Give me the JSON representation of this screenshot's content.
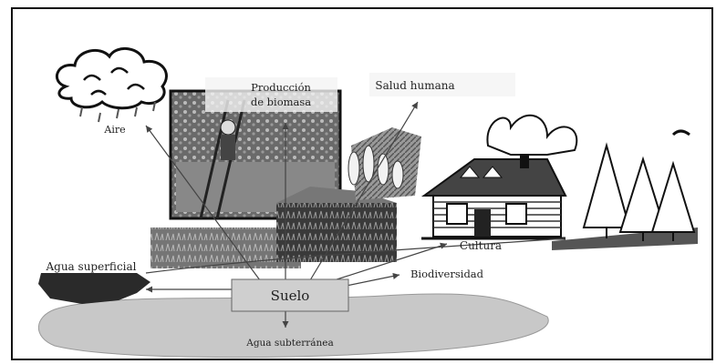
{
  "diagram": {
    "center": "Suelo",
    "functions": {
      "aire": "Aire",
      "produccion_line1": "Producción",
      "produccion_line2": "de biomasa",
      "salud": "Salud humana",
      "cultura": "Cultura",
      "biodiversidad": "Biodiversidad",
      "agua_superficial": "Agua superficial",
      "agua_subterranea": "Agua subterránea"
    }
  },
  "icons": [
    "cloud-icon",
    "orchard-farmer-icon",
    "field-icon",
    "wheat-icon",
    "house-icon",
    "forest-icon",
    "lake-icon"
  ],
  "colors": {
    "soil_box": "#cfcfcf",
    "groundwater": "#c8c8c8",
    "line": "#444444",
    "lake": "#2a2a2a"
  }
}
